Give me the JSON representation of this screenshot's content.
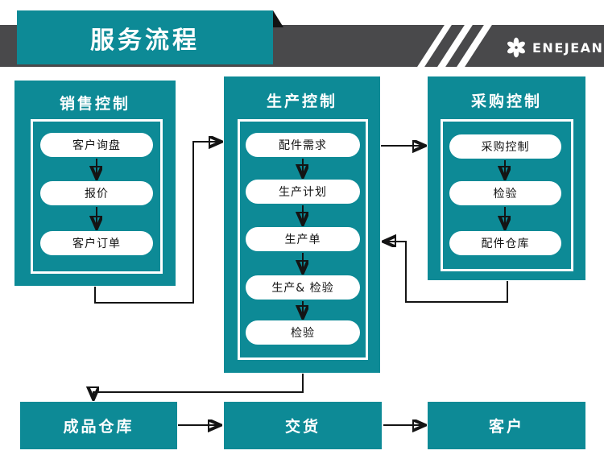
{
  "colors": {
    "teal": "#0d8a96",
    "header_gray": "#49494b",
    "stripe_white": "#ffffff",
    "line_black": "#141414",
    "pill_bg": "#ffffff",
    "pill_text": "#141414"
  },
  "header": {
    "title": "服务流程",
    "brand_text": "ENEJEAN",
    "brand_icon": "flower-pinwheel"
  },
  "flow": {
    "columns": [
      {
        "title": "销售控制",
        "steps": [
          "客户询盘",
          "报价",
          "客户订单"
        ]
      },
      {
        "title": "生产控制",
        "steps": [
          "配件需求",
          "生产计划",
          "生产单",
          "生产& 检验",
          "检验"
        ]
      },
      {
        "title": "采购控制",
        "steps": [
          "采购控制",
          "检验",
          "配件仓库"
        ]
      }
    ],
    "bottom": [
      "成品仓库",
      "交货",
      "客户"
    ]
  }
}
